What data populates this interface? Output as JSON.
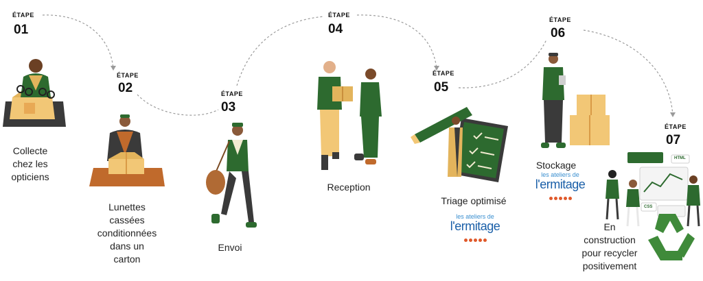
{
  "steps": [
    {
      "label": "ÉTAPE",
      "number": "01",
      "caption": [
        "Collecte",
        "chez les",
        "opticiens"
      ]
    },
    {
      "label": "ÉTAPE",
      "number": "02",
      "caption": [
        "Lunettes",
        "cassées",
        "conditionnées",
        "dans un",
        "carton"
      ]
    },
    {
      "label": "ÉTAPE",
      "number": "03",
      "caption": [
        "Envoi"
      ]
    },
    {
      "label": "ÉTAPE",
      "number": "04",
      "caption": [
        "Reception"
      ]
    },
    {
      "label": "ÉTAPE",
      "number": "05",
      "caption": [
        "Triage optimisé"
      ]
    },
    {
      "label": "ÉTAPE",
      "number": "06",
      "caption": [
        "Stockage"
      ]
    },
    {
      "label": "ÉTAPE",
      "number": "07",
      "caption": [
        "En",
        "construction",
        "pour recycler",
        "positivement"
      ]
    }
  ],
  "brand": {
    "line1": "les ateliers de",
    "line2": "l'ermitage"
  },
  "screen_tags": {
    "html": "HTML",
    "css": "CSS"
  },
  "colors": {
    "green": "#2d6a2f",
    "dark_green": "#1f4d22",
    "ochre": "#e3b45c",
    "box": "#f2c776",
    "brown": "#c06a2c",
    "dark": "#3a3a3a",
    "skin": "#8a5a3a",
    "brand_blue": "#1a5fa8",
    "brand_orange": "#e0592a"
  }
}
